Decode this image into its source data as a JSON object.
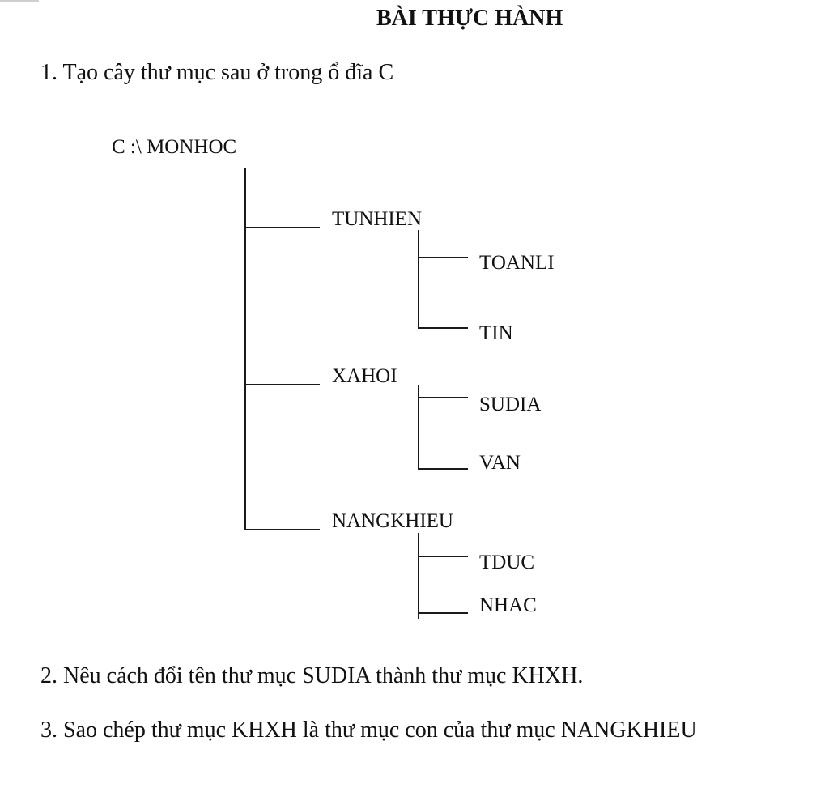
{
  "document": {
    "title": "BÀI THỰC HÀNH",
    "task1": "1. Tạo cây thư mục sau ở trong ổ đĩa C",
    "task2": "2. Nêu cách đổi tên thư mục SUDIA thành thư mục KHXH.",
    "task3": "3. Sao chép thư mục KHXH là thư mục con của thư mục NANGKHIEU"
  },
  "tree": {
    "root": "C :\\  MONHOC",
    "branches": [
      {
        "name": "TUNHIEN",
        "children": [
          "TOANLI",
          "TIN"
        ]
      },
      {
        "name": "XAHOI",
        "children": [
          "SUDIA",
          "VAN"
        ]
      },
      {
        "name": "NANGKHIEU",
        "children": [
          "TDUC",
          "NHAC"
        ]
      }
    ]
  }
}
